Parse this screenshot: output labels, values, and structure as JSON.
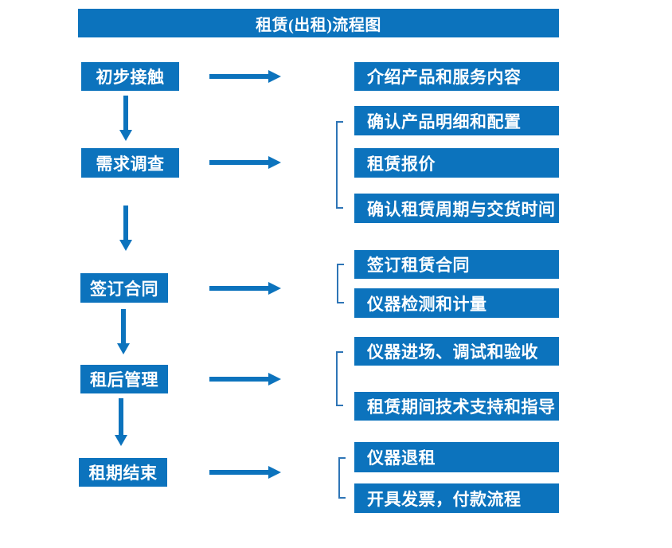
{
  "title": "租赁(出租)流程图",
  "colors": {
    "box_blue": "#0c73bd",
    "bracket_blue": "#2e75b6",
    "text_white": "#ffffff",
    "background": "#ffffff"
  },
  "flow": {
    "steps": [
      {
        "label": "初步接触",
        "targets": [
          "介绍产品和服务内容"
        ]
      },
      {
        "label": "需求调查",
        "targets": [
          "确认产品明细和配置",
          "租赁报价",
          "确认租赁周期与交货时间"
        ]
      },
      {
        "label": "签订合同",
        "targets": [
          "签订租赁合同",
          "仪器检测和计量"
        ]
      },
      {
        "label": "租后管理",
        "targets": [
          "仪器进场、调试和验收",
          "租赁期间技术支持和指导"
        ]
      },
      {
        "label": "租期结束",
        "targets": [
          "仪器退租",
          "开具发票，付款流程"
        ]
      }
    ]
  }
}
